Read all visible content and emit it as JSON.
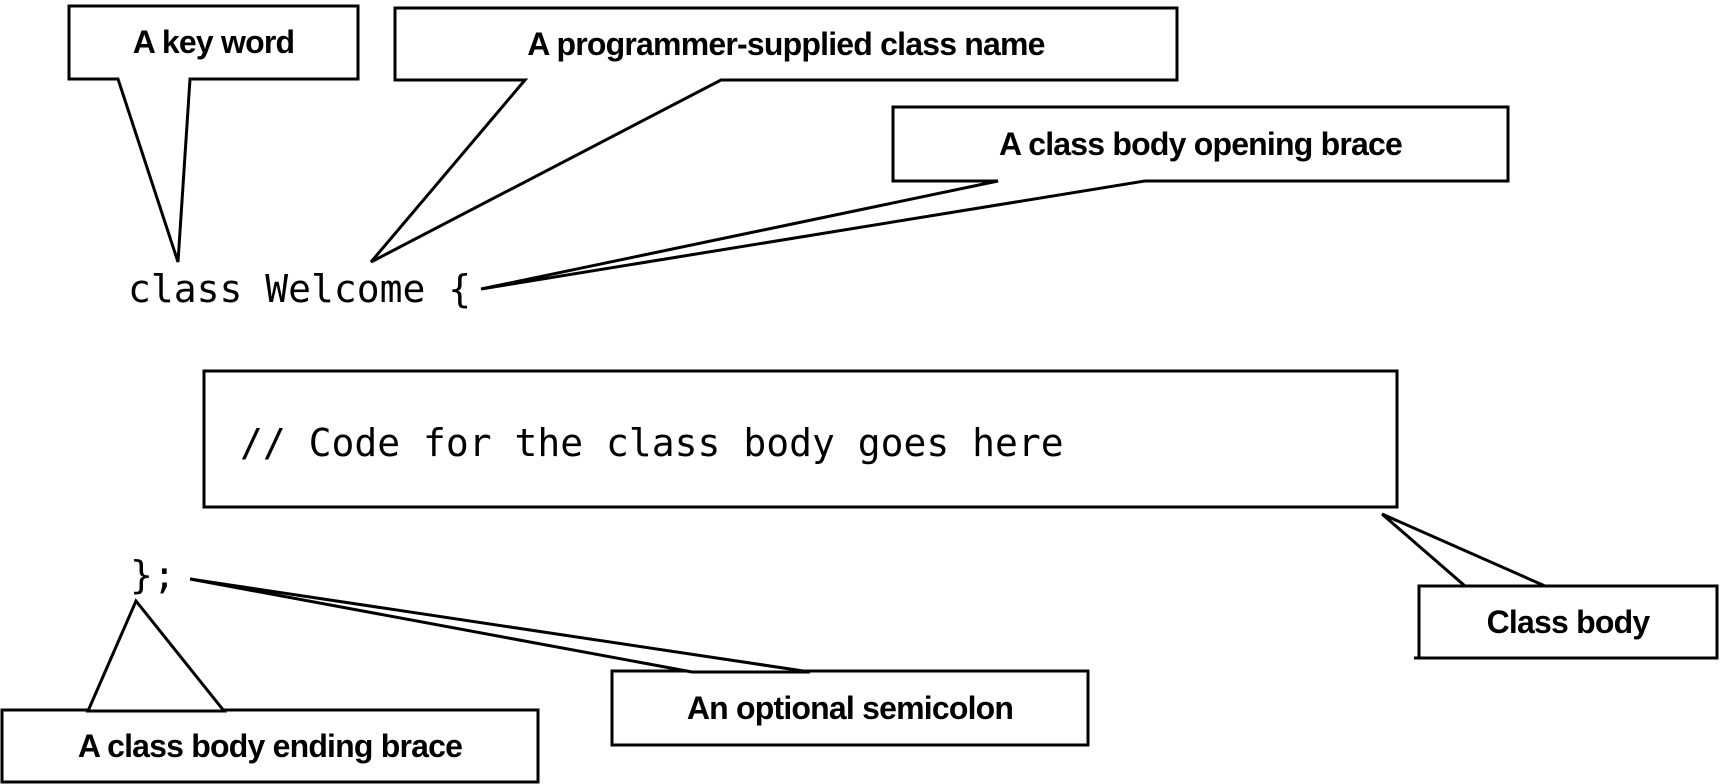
{
  "callouts": {
    "keyword": "A key word",
    "class_name": "A programmer-supplied class name",
    "opening_brace": "A class body opening brace",
    "class_body": "Class body",
    "ending_brace": "A class body ending brace",
    "semicolon": "An optional semicolon"
  },
  "code": {
    "line1": "class Welcome {",
    "body_comment": "// Code for the class body goes here",
    "closing": "};"
  },
  "colors": {
    "stroke": "#000000",
    "background": "#ffffff"
  }
}
